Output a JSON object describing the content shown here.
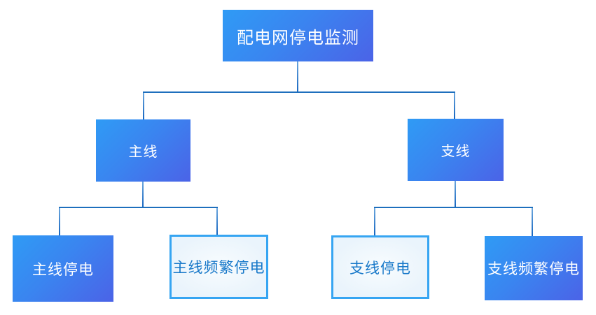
{
  "diagram": {
    "type": "tree",
    "title": "配电网停电监测",
    "nodes": {
      "root": {
        "label": "配电网停电监测",
        "style": "solid"
      },
      "main": {
        "label": "主线",
        "style": "solid"
      },
      "branch": {
        "label": "支线",
        "style": "solid"
      },
      "main_outage": {
        "label": "主线停电",
        "style": "solid"
      },
      "main_frequent_outage": {
        "label": "主线频繁停电",
        "style": "outline"
      },
      "branch_outage": {
        "label": "支线停电",
        "style": "outline"
      },
      "branch_frequent_outage": {
        "label": "支线频繁停电",
        "style": "solid"
      }
    },
    "edges": [
      [
        "root",
        "main"
      ],
      [
        "root",
        "branch"
      ],
      [
        "main",
        "main_outage"
      ],
      [
        "main",
        "main_frequent_outage"
      ],
      [
        "branch",
        "branch_outage"
      ],
      [
        "branch",
        "branch_frequent_outage"
      ]
    ],
    "colors": {
      "node_gradient_start": "#2F9BF5",
      "node_gradient_end": "#4B63E7",
      "solid_text": "#FFFFFF",
      "outline_border": "#36A5F2",
      "outline_background": "#EAF4FC",
      "outline_text": "#1778C9",
      "connector": "#1E6FBD",
      "page_background": "#FFFFFF"
    }
  }
}
